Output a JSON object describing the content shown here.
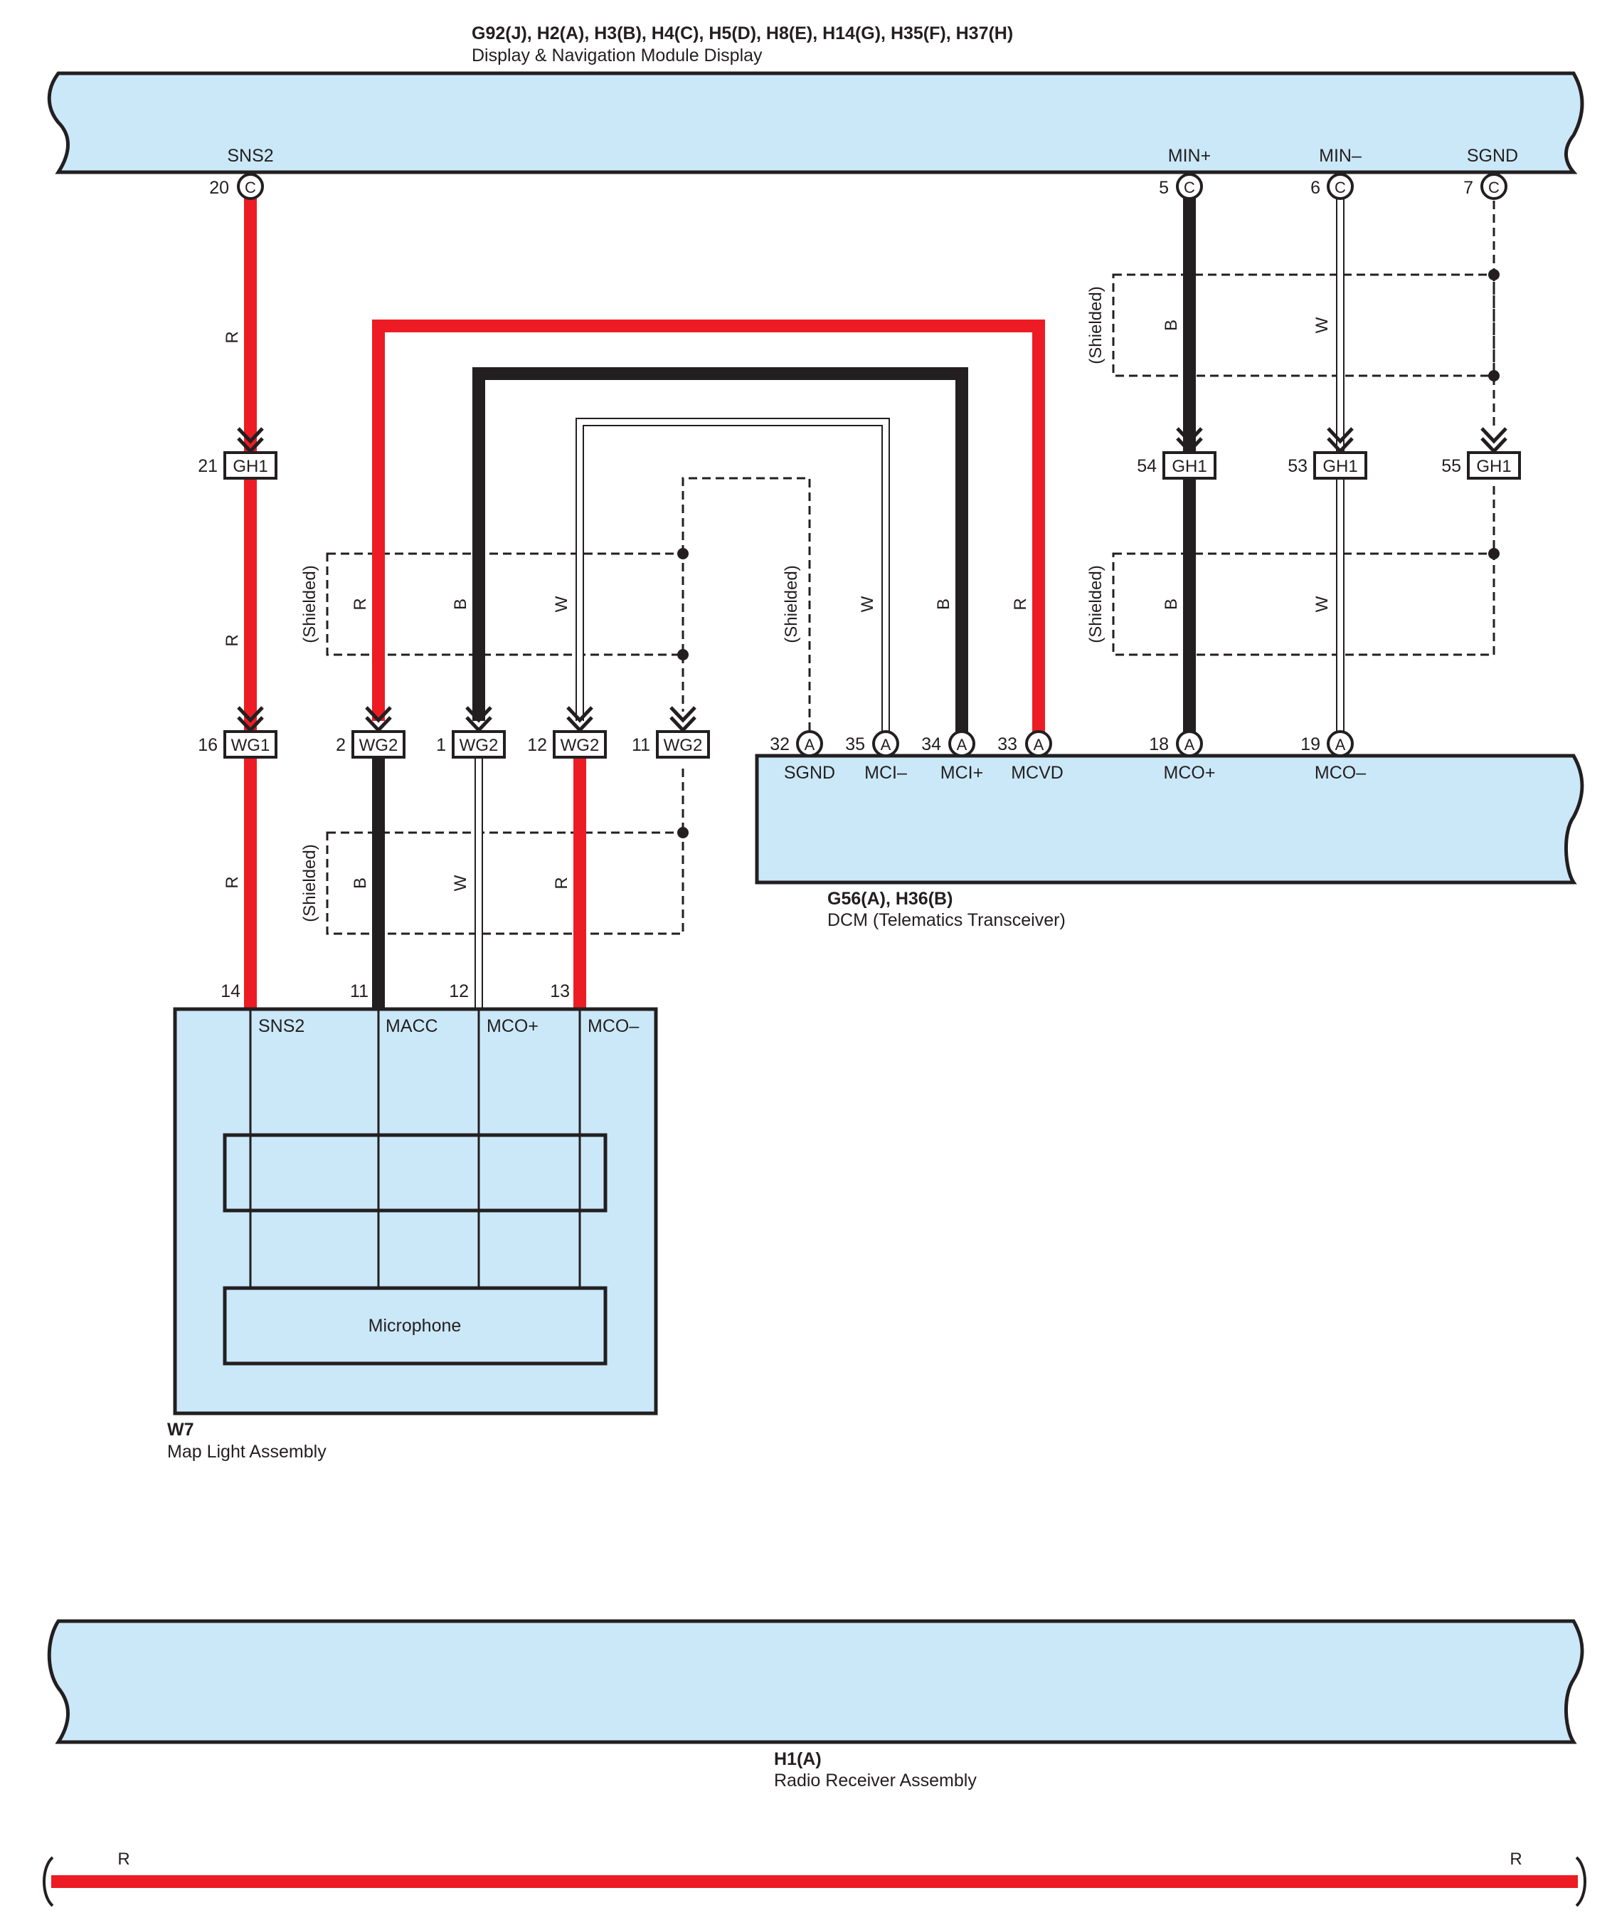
{
  "colors": {
    "module_fill": "#cbe8f8",
    "wire_red": "#ed1c24",
    "wire_black": "#231f20",
    "wire_white": "#ffffff",
    "outline": "#231f20",
    "background": "#ffffff"
  },
  "components": {
    "display_module": {
      "id": "G92(J), H2(A), H3(B), H4(C), H5(D), H8(E), H14(G), H35(F), H37(H)",
      "name": "Display & Navigation Module Display",
      "pins": [
        {
          "num": "20",
          "conn": "C",
          "signal": "SNS2"
        },
        {
          "num": "5",
          "conn": "C",
          "signal": "MIN+"
        },
        {
          "num": "6",
          "conn": "C",
          "signal": "MIN–"
        },
        {
          "num": "7",
          "conn": "C",
          "signal": "SGND"
        }
      ]
    },
    "dcm": {
      "id": "G56(A), H36(B)",
      "name": "DCM (Telematics Transceiver)",
      "pins": [
        {
          "num": "32",
          "conn": "A",
          "signal": "SGND"
        },
        {
          "num": "35",
          "conn": "A",
          "signal": "MCI–"
        },
        {
          "num": "34",
          "conn": "A",
          "signal": "MCI+"
        },
        {
          "num": "33",
          "conn": "A",
          "signal": "MCVD"
        },
        {
          "num": "18",
          "conn": "A",
          "signal": "MCO+"
        },
        {
          "num": "19",
          "conn": "A",
          "signal": "MCO–"
        }
      ]
    },
    "map_light": {
      "id": "W7",
      "name": "Map Light Assembly",
      "inner_label": "Microphone",
      "pins": [
        {
          "num": "14",
          "signal": "SNS2"
        },
        {
          "num": "11",
          "signal": "MACC"
        },
        {
          "num": "12",
          "signal": "MCO+"
        },
        {
          "num": "13",
          "signal": "MCO–"
        }
      ]
    },
    "radio": {
      "id": "H1(A)",
      "name": "Radio Receiver Assembly"
    }
  },
  "connectors": {
    "gh1": [
      {
        "num": "21",
        "label": "GH1"
      },
      {
        "num": "54",
        "label": "GH1"
      },
      {
        "num": "53",
        "label": "GH1"
      },
      {
        "num": "55",
        "label": "GH1"
      }
    ],
    "wg": [
      {
        "num": "16",
        "label": "WG1"
      },
      {
        "num": "2",
        "label": "WG2"
      },
      {
        "num": "1",
        "label": "WG2"
      },
      {
        "num": "12",
        "label": "WG2"
      },
      {
        "num": "11",
        "label": "WG2"
      }
    ]
  },
  "wire_colors": {
    "sns2_upper": "R",
    "sns2_mid": "R",
    "sns2_lower": "R",
    "min_plus": "B",
    "min_minus": "W",
    "mco_plus_lower": "B",
    "mco_minus_lower": "W",
    "left_r": "R",
    "left_b": "B",
    "left_w": "W",
    "dcm_w": "W",
    "dcm_b": "B",
    "dcm_r": "R",
    "bottom_b": "B",
    "bottom_w": "W",
    "bottom_r": "R",
    "radio_left": "R",
    "radio_right": "R"
  },
  "shield_label": "(Shielded)"
}
